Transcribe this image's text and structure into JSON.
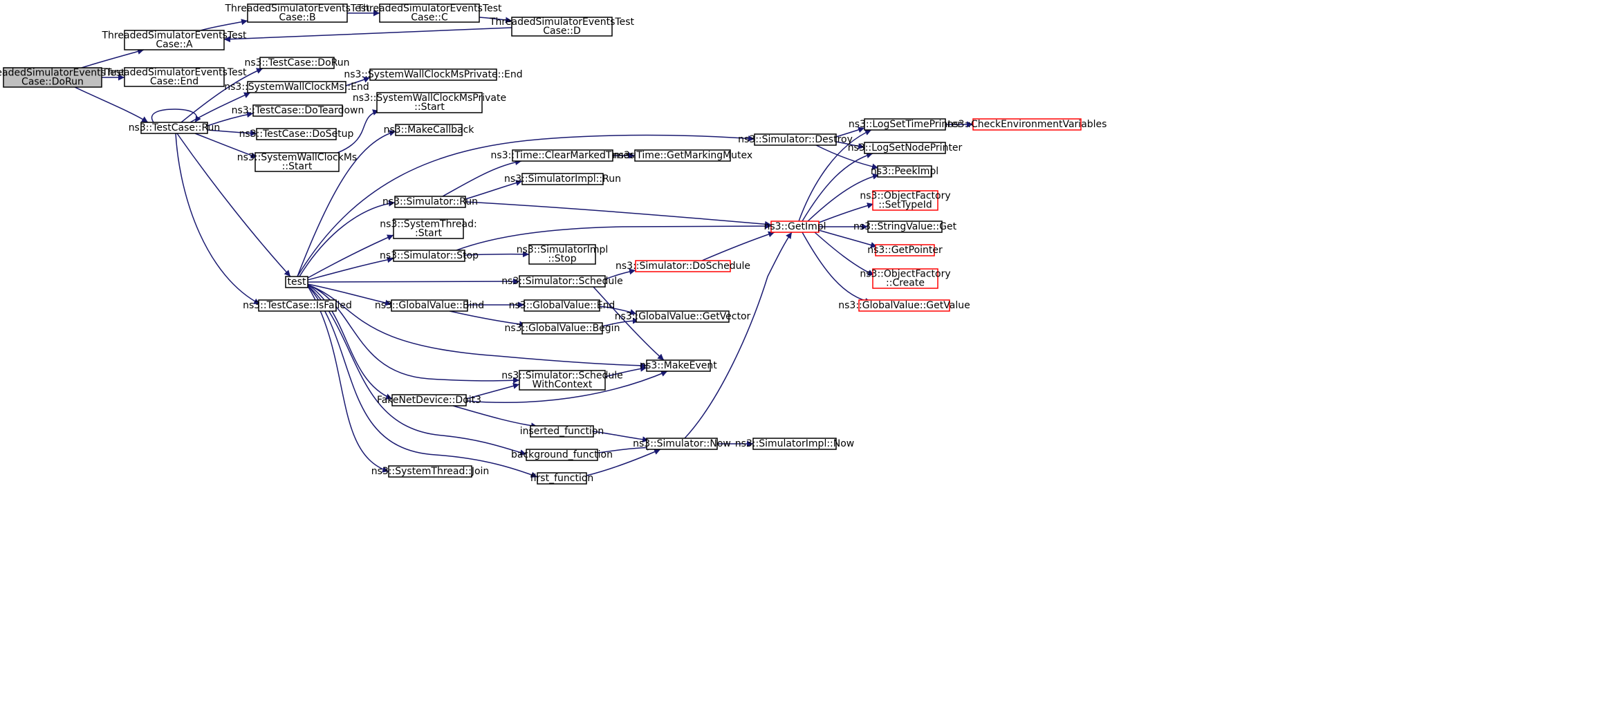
{
  "colors": {
    "edge": "#191970",
    "node_border": "#000000",
    "node_fill": "#ffffff",
    "root_fill": "#bfbfbf",
    "truncated_border": "#ff0000"
  },
  "nodes": [
    {
      "id": "dorun_root",
      "lines": [
        "ThreadedSimulatorEventsTest",
        "Case::DoRun"
      ],
      "style": "root"
    },
    {
      "id": "case_a",
      "lines": [
        "ThreadedSimulatorEventsTest",
        "Case::A"
      ],
      "style": "normal"
    },
    {
      "id": "case_b",
      "lines": [
        "ThreadedSimulatorEventsTest",
        "Case::B"
      ],
      "style": "normal"
    },
    {
      "id": "case_c",
      "lines": [
        "ThreadedSimulatorEventsTest",
        "Case::C"
      ],
      "style": "normal"
    },
    {
      "id": "case_d",
      "lines": [
        "ThreadedSimulatorEventsTest",
        "Case::D"
      ],
      "style": "normal"
    },
    {
      "id": "case_end",
      "lines": [
        "ThreadedSimulatorEventsTest",
        "Case::End"
      ],
      "style": "normal"
    },
    {
      "id": "tc_run",
      "lines": [
        "ns3::TestCase::Run"
      ],
      "style": "normal"
    },
    {
      "id": "tc_dorun",
      "lines": [
        "ns3::TestCase::DoRun"
      ],
      "style": "normal"
    },
    {
      "id": "swc_end",
      "lines": [
        "ns3::SystemWallClockMs::End"
      ],
      "style": "normal"
    },
    {
      "id": "swcp_end",
      "lines": [
        "ns3::SystemWallClockMsPrivate::End"
      ],
      "style": "normal"
    },
    {
      "id": "tc_teardown",
      "lines": [
        "ns3::TestCase::DoTeardown"
      ],
      "style": "normal"
    },
    {
      "id": "swcp_start",
      "lines": [
        "ns3::SystemWallClockMsPrivate",
        "::Start"
      ],
      "style": "normal"
    },
    {
      "id": "tc_setup",
      "lines": [
        "ns3::TestCase::DoSetup"
      ],
      "style": "normal"
    },
    {
      "id": "make_callback",
      "lines": [
        "ns3::MakeCallback"
      ],
      "style": "normal"
    },
    {
      "id": "swc_start",
      "lines": [
        "ns3::SystemWallClockMs",
        "::Start"
      ],
      "style": "normal"
    },
    {
      "id": "test",
      "lines": [
        "test"
      ],
      "style": "normal"
    },
    {
      "id": "tc_isfailed",
      "lines": [
        "ns3::TestCase::IsFailed"
      ],
      "style": "normal"
    },
    {
      "id": "sim_run",
      "lines": [
        "ns3::Simulator::Run"
      ],
      "style": "normal"
    },
    {
      "id": "st_start",
      "lines": [
        "ns3::SystemThread:",
        ":Start"
      ],
      "style": "normal"
    },
    {
      "id": "sim_stop",
      "lines": [
        "ns3::Simulator::Stop"
      ],
      "style": "normal"
    },
    {
      "id": "gv_bind",
      "lines": [
        "ns3::GlobalValue::Bind"
      ],
      "style": "normal"
    },
    {
      "id": "fake_doit3",
      "lines": [
        "FakeNetDevice::Doit3"
      ],
      "style": "normal"
    },
    {
      "id": "st_join",
      "lines": [
        "ns3::SystemThread::Join"
      ],
      "style": "normal"
    },
    {
      "id": "time_clear",
      "lines": [
        "ns3::Time::ClearMarkedTimes"
      ],
      "style": "normal"
    },
    {
      "id": "simimpl_run",
      "lines": [
        "ns3::SimulatorImpl::Run"
      ],
      "style": "normal"
    },
    {
      "id": "simimpl_stop",
      "lines": [
        "ns3::SimulatorImpl",
        "::Stop"
      ],
      "style": "normal"
    },
    {
      "id": "sim_schedule",
      "lines": [
        "ns3::Simulator::Schedule"
      ],
      "style": "normal"
    },
    {
      "id": "gv_end",
      "lines": [
        "ns3::GlobalValue::End"
      ],
      "style": "normal"
    },
    {
      "id": "gv_begin",
      "lines": [
        "ns3::GlobalValue::Begin"
      ],
      "style": "normal"
    },
    {
      "id": "sim_schedwc",
      "lines": [
        "ns3::Simulator::Schedule",
        "WithContext"
      ],
      "style": "normal"
    },
    {
      "id": "inserted_fn",
      "lines": [
        "inserted_function"
      ],
      "style": "normal"
    },
    {
      "id": "background_fn",
      "lines": [
        "background_function"
      ],
      "style": "normal"
    },
    {
      "id": "first_fn",
      "lines": [
        "first_function"
      ],
      "style": "normal"
    },
    {
      "id": "sim_destroy",
      "lines": [
        "ns3::Simulator::Destroy"
      ],
      "style": "normal"
    },
    {
      "id": "time_mutex",
      "lines": [
        "ns3::Time::GetMarkingMutex"
      ],
      "style": "normal"
    },
    {
      "id": "sim_doschedule",
      "lines": [
        "ns3::Simulator::DoSchedule"
      ],
      "style": "truncated"
    },
    {
      "id": "gv_getvector",
      "lines": [
        "ns3::GlobalValue::GetVector"
      ],
      "style": "normal"
    },
    {
      "id": "make_event",
      "lines": [
        "ns3::MakeEvent"
      ],
      "style": "normal"
    },
    {
      "id": "sim_now",
      "lines": [
        "ns3::Simulator::Now"
      ],
      "style": "normal"
    },
    {
      "id": "simimpl_now",
      "lines": [
        "ns3::SimulatorImpl::Now"
      ],
      "style": "normal"
    },
    {
      "id": "get_impl",
      "lines": [
        "ns3::GetImpl"
      ],
      "style": "truncated"
    },
    {
      "id": "log_time",
      "lines": [
        "ns3::LogSetTimePrinter"
      ],
      "style": "normal"
    },
    {
      "id": "check_env",
      "lines": [
        "ns3::CheckEnvironmentVariables"
      ],
      "style": "truncated"
    },
    {
      "id": "log_node",
      "lines": [
        "ns3::LogSetNodePrinter"
      ],
      "style": "normal"
    },
    {
      "id": "peek_impl",
      "lines": [
        "ns3::PeekImpl"
      ],
      "style": "normal"
    },
    {
      "id": "of_settypeid",
      "lines": [
        "ns3::ObjectFactory",
        "::SetTypeId"
      ],
      "style": "truncated"
    },
    {
      "id": "sv_get",
      "lines": [
        "ns3::StringValue::Get"
      ],
      "style": "normal"
    },
    {
      "id": "get_pointer",
      "lines": [
        "ns3::GetPointer"
      ],
      "style": "truncated"
    },
    {
      "id": "of_create",
      "lines": [
        "ns3::ObjectFactory",
        "::Create"
      ],
      "style": "truncated"
    },
    {
      "id": "gv_getvalue",
      "lines": [
        "ns3::GlobalValue::GetValue"
      ],
      "style": "truncated"
    }
  ],
  "edges": [
    {
      "from": "dorun_root",
      "to": "case_a"
    },
    {
      "from": "dorun_root",
      "to": "case_end"
    },
    {
      "from": "dorun_root",
      "to": "tc_run"
    },
    {
      "from": "case_a",
      "to": "case_b"
    },
    {
      "from": "case_b",
      "to": "case_c"
    },
    {
      "from": "case_c",
      "to": "case_d"
    },
    {
      "from": "case_d",
      "to": "case_a"
    },
    {
      "from": "tc_run",
      "to": "tc_run"
    },
    {
      "from": "tc_run",
      "to": "tc_dorun"
    },
    {
      "from": "tc_run",
      "to": "swc_end"
    },
    {
      "from": "tc_run",
      "to": "tc_teardown"
    },
    {
      "from": "tc_run",
      "to": "tc_setup"
    },
    {
      "from": "tc_run",
      "to": "swc_start"
    },
    {
      "from": "tc_run",
      "to": "test"
    },
    {
      "from": "tc_run",
      "to": "tc_isfailed"
    },
    {
      "from": "swc_end",
      "to": "swcp_end"
    },
    {
      "from": "swc_start",
      "to": "swcp_start"
    },
    {
      "from": "test",
      "to": "make_callback"
    },
    {
      "from": "test",
      "to": "sim_destroy"
    },
    {
      "from": "test",
      "to": "sim_run"
    },
    {
      "from": "test",
      "to": "st_start"
    },
    {
      "from": "test",
      "to": "sim_stop"
    },
    {
      "from": "test",
      "to": "sim_schedule"
    },
    {
      "from": "test",
      "to": "gv_bind"
    },
    {
      "from": "test",
      "to": "make_event"
    },
    {
      "from": "test",
      "to": "sim_schedwc"
    },
    {
      "from": "test",
      "to": "fake_doit3"
    },
    {
      "from": "test",
      "to": "background_fn"
    },
    {
      "from": "test",
      "to": "first_fn"
    },
    {
      "from": "test",
      "to": "st_join"
    },
    {
      "from": "sim_run",
      "to": "time_clear"
    },
    {
      "from": "sim_run",
      "to": "simimpl_run"
    },
    {
      "from": "sim_run",
      "to": "get_impl"
    },
    {
      "from": "sim_stop",
      "to": "simimpl_stop"
    },
    {
      "from": "sim_stop",
      "to": "get_impl"
    },
    {
      "from": "sim_schedule",
      "to": "sim_doschedule"
    },
    {
      "from": "sim_schedule",
      "to": "make_event"
    },
    {
      "from": "gv_bind",
      "to": "gv_end"
    },
    {
      "from": "gv_bind",
      "to": "gv_begin"
    },
    {
      "from": "gv_end",
      "to": "gv_getvector"
    },
    {
      "from": "gv_begin",
      "to": "gv_getvector"
    },
    {
      "from": "sim_schedwc",
      "to": "make_event"
    },
    {
      "from": "fake_doit3",
      "to": "sim_schedwc"
    },
    {
      "from": "fake_doit3",
      "to": "make_event"
    },
    {
      "from": "fake_doit3",
      "to": "inserted_fn"
    },
    {
      "from": "inserted_fn",
      "to": "sim_now"
    },
    {
      "from": "background_fn",
      "to": "sim_now"
    },
    {
      "from": "first_fn",
      "to": "sim_now"
    },
    {
      "from": "sim_now",
      "to": "simimpl_now"
    },
    {
      "from": "sim_now",
      "to": "get_impl"
    },
    {
      "from": "time_clear",
      "to": "time_mutex"
    },
    {
      "from": "sim_doschedule",
      "to": "get_impl"
    },
    {
      "from": "sim_destroy",
      "to": "log_time"
    },
    {
      "from": "sim_destroy",
      "to": "log_node"
    },
    {
      "from": "sim_destroy",
      "to": "peek_impl"
    },
    {
      "from": "get_impl",
      "to": "log_time"
    },
    {
      "from": "get_impl",
      "to": "log_node"
    },
    {
      "from": "get_impl",
      "to": "peek_impl"
    },
    {
      "from": "get_impl",
      "to": "of_settypeid"
    },
    {
      "from": "get_impl",
      "to": "sv_get"
    },
    {
      "from": "get_impl",
      "to": "get_pointer"
    },
    {
      "from": "get_impl",
      "to": "of_create"
    },
    {
      "from": "get_impl",
      "to": "gv_getvalue"
    },
    {
      "from": "log_time",
      "to": "check_env"
    }
  ]
}
